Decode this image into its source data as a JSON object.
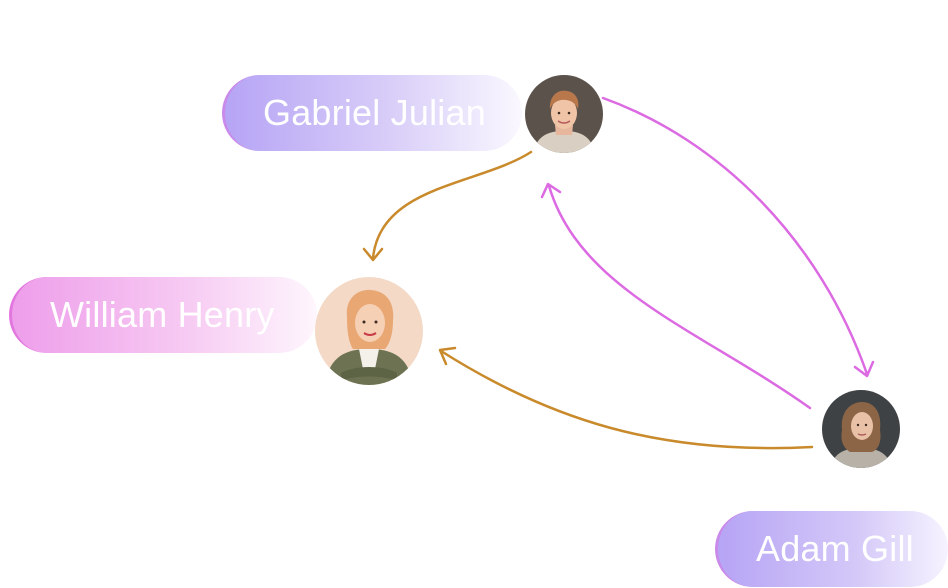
{
  "people": {
    "gabriel": {
      "name": "Gabriel Julian"
    },
    "william": {
      "name": "William Henry"
    },
    "adam": {
      "name": "Adam Gill"
    }
  },
  "colors": {
    "pink_arrow": "#dc6ae2",
    "gold_arrow": "#c98a2c",
    "lavender_pill": "#b6a4f5",
    "pink_pill": "#ee9eea"
  },
  "connections": [
    {
      "from": "gabriel",
      "to": "william",
      "color": "gold"
    },
    {
      "from": "gabriel",
      "to": "adam",
      "color": "pink"
    },
    {
      "from": "adam",
      "to": "gabriel",
      "color": "pink"
    },
    {
      "from": "adam",
      "to": "william",
      "color": "gold"
    }
  ]
}
